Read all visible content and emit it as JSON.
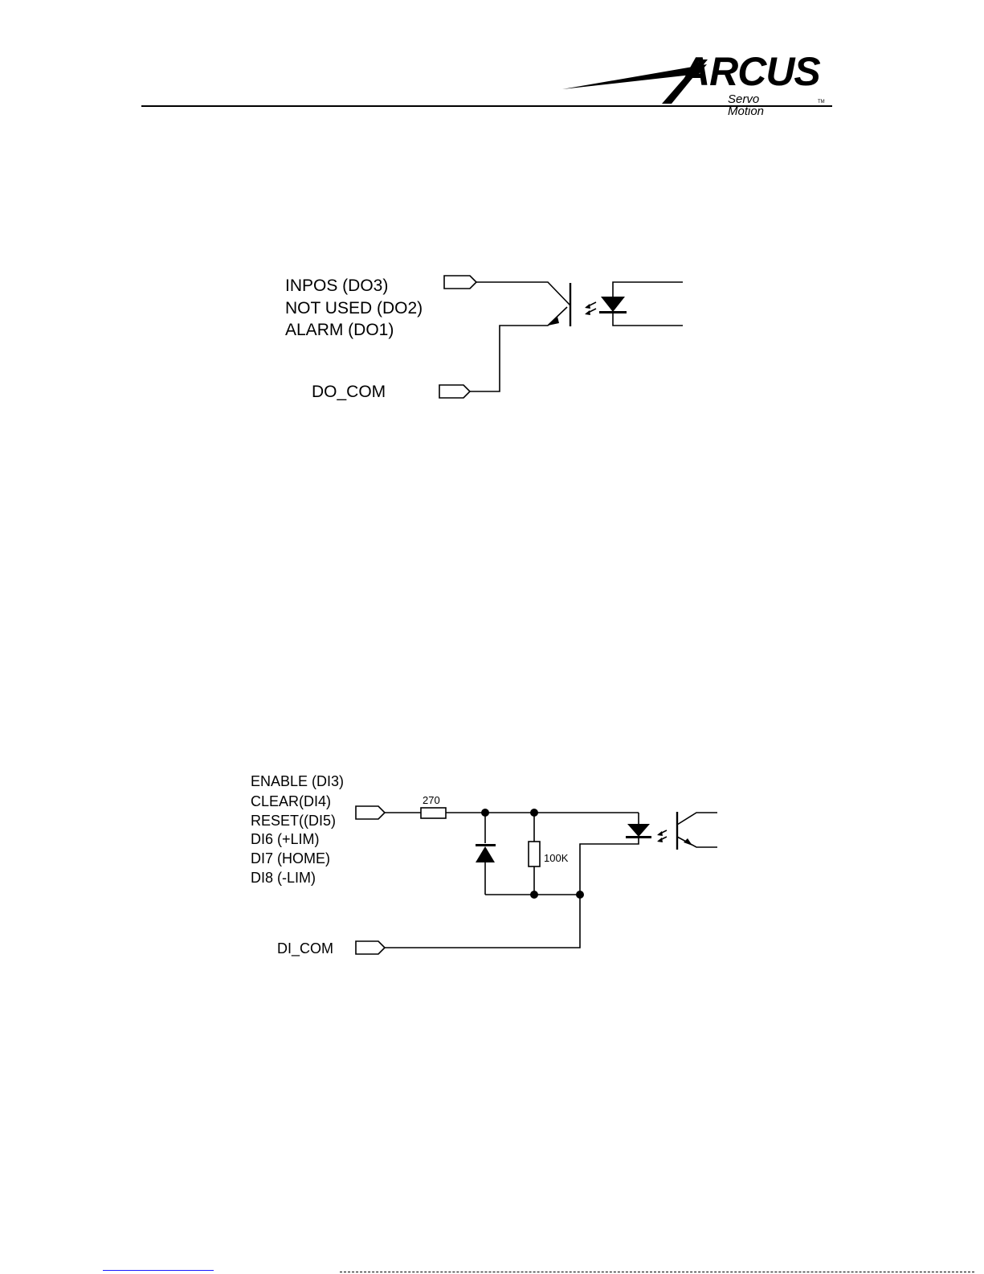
{
  "header": {
    "logo_word": "ARCUS",
    "logo_sub": "Servo Motion",
    "logo_tm": "TM"
  },
  "output_diagram": {
    "signals": [
      "INPOS (DO3)",
      "NOT USED (DO2)",
      "ALARM (DO1)"
    ],
    "common": "DO_COM"
  },
  "input_diagram": {
    "signals": [
      "ENABLE (DI3)",
      "CLEAR(DI4)",
      "RESET((DI5)",
      "DI6 (+LIM)",
      "DI7 (HOME)",
      "DI8 (-LIM)"
    ],
    "common": "DI_COM",
    "resistor_value": "270",
    "pulldown_value": "100K"
  },
  "colors": {
    "ink": "#000000",
    "link": "#1a1aff"
  }
}
